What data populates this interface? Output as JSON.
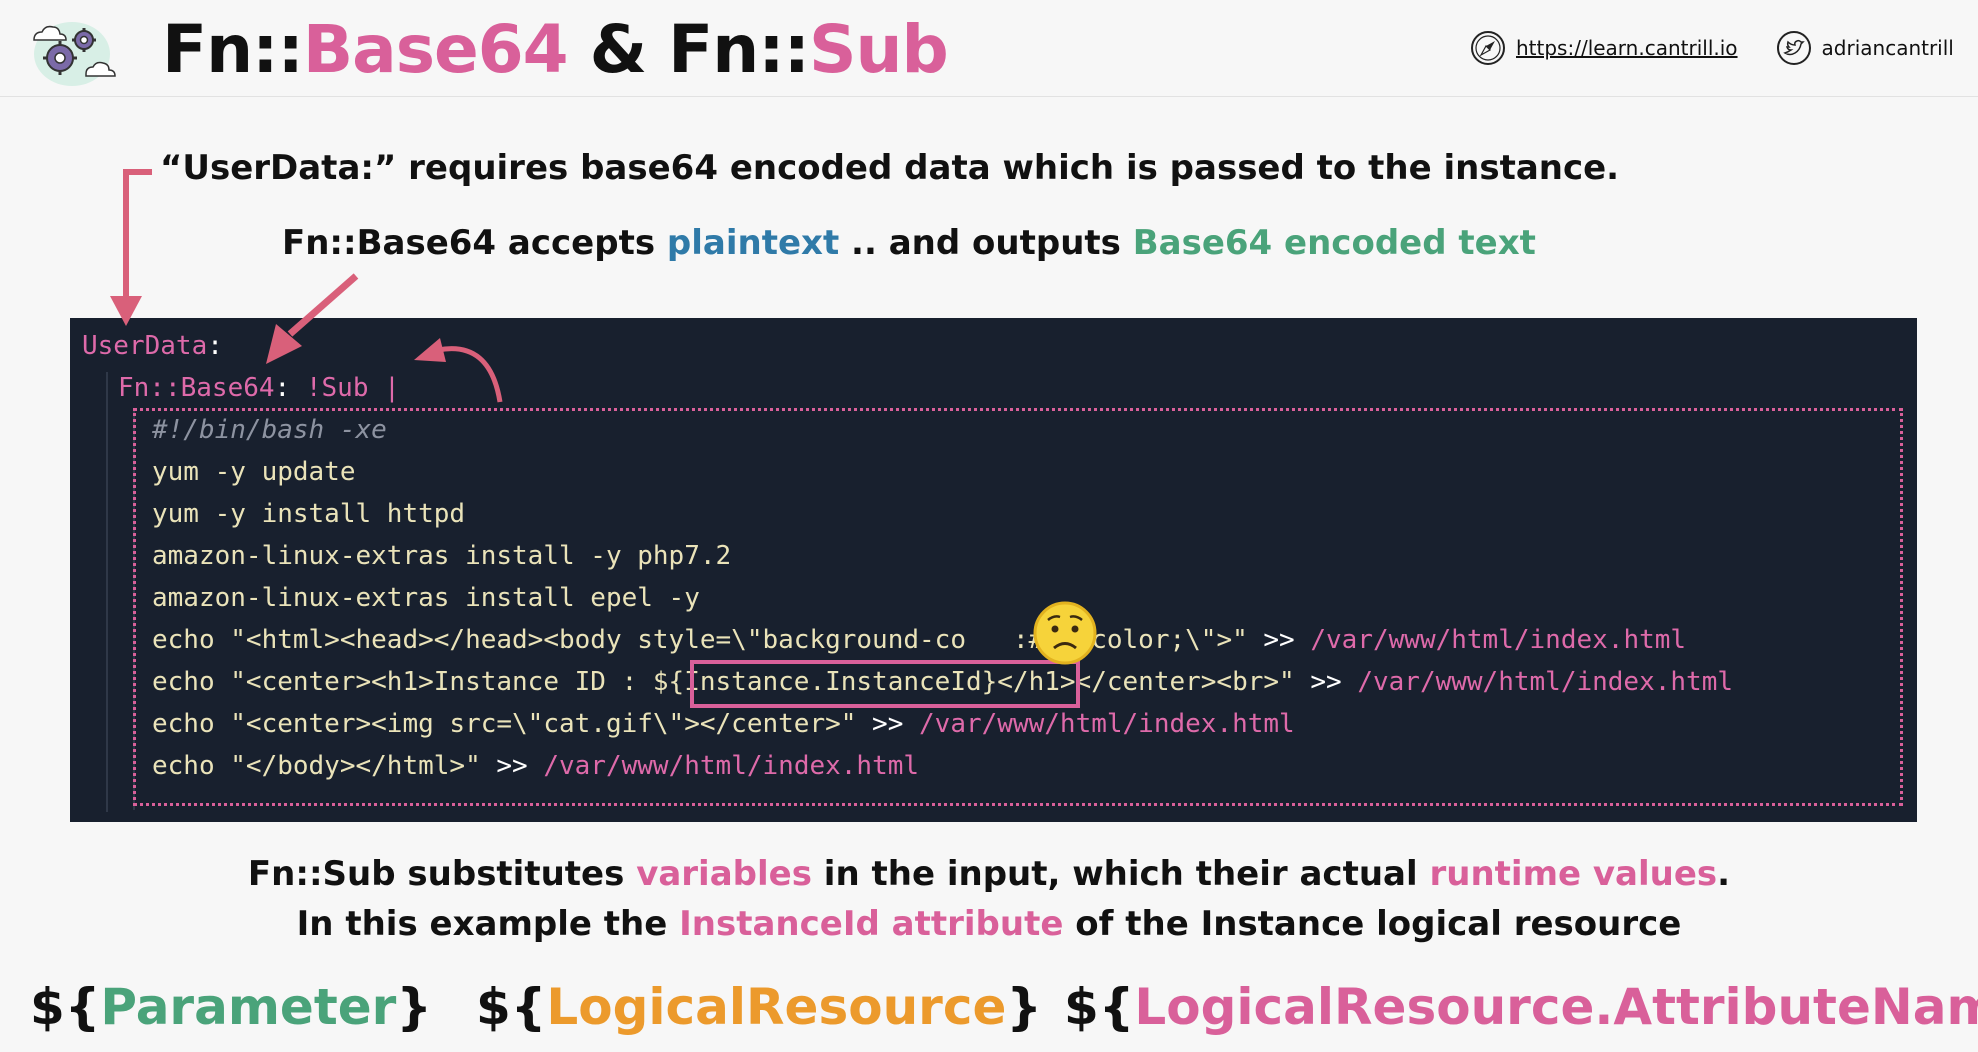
{
  "header": {
    "title_prefix1": "Fn::",
    "title_part1": "Base64",
    "title_amp": " & ",
    "title_prefix2": "Fn::",
    "title_part2": "Sub",
    "website": "https://learn.cantrill.io",
    "twitter": "adriancantrill",
    "icons": [
      "cloud-gears-logo-icon",
      "compass-icon",
      "twitter-bird-icon"
    ]
  },
  "explanations": {
    "line1": "“UserData:” requires base64 encoded data which is passed to the instance.",
    "line2_a": "Fn::Base64 accepts ",
    "line2_b": "plaintext",
    "line2_c": " .. and outputs ",
    "line2_d": "Base64 encoded text",
    "line3_a": "Fn::Sub substitutes ",
    "line3_b": "variables",
    "line3_c": " in the input, which their actual ",
    "line3_d": "runtime values",
    "line3_e": ".",
    "line4_a": "In this example the ",
    "line4_b": "InstanceId attribute",
    "line4_c": " of the Instance logical resource"
  },
  "code": {
    "l1_key": "UserData",
    "l1_colon": ":",
    "l2_key": "Fn::Base64",
    "l2_colon": ": ",
    "l2_val": "!Sub |",
    "l3": "#!/bin/bash -xe",
    "l4": "yum -y update",
    "l5": "yum -y install httpd",
    "l6": "amazon-linux-extras install -y php7.2",
    "l7": "amazon-linux-extras install epel -y",
    "l8_a": "echo \"<html><head></head><body style=\\\"background-co",
    "l8_b": "   :#$bgcolor;\\\">\"",
    "l8_c": " >> ",
    "l8_d": "/var/www/html/index.html",
    "l9_a": "echo \"<center><h1>Instance ID : ",
    "l9_b": "${Instance.InstanceId}",
    "l9_c": "</h1></center><br>\"",
    "l9_d": " >> ",
    "l9_e": "/var/www/html/index.html",
    "l10_a": "echo \"<center><img src=\\\"cat.gif\\\"></center>\"",
    "l10_b": " >> ",
    "l10_c": "/var/www/html/index.html",
    "l11_a": "echo \"</body></html>\"",
    "l11_b": " >> ",
    "l11_c": "/var/www/html/index.html"
  },
  "syntax": {
    "p1_open": "${",
    "p1_name": "Parameter",
    "p1_close": "}",
    "p2_open": "${",
    "p2_name": "LogicalResource",
    "p2_close": "}",
    "p3_open": "${",
    "p3_name": "LogicalResource.AttributeName",
    "p3_close": "}"
  },
  "colors": {
    "pink": "#d9609a",
    "blue": "#2f7aa8",
    "green": "#4aa37a",
    "orange": "#ec9a2c",
    "code_bg": "#18202e",
    "arrow": "#d9607a"
  }
}
